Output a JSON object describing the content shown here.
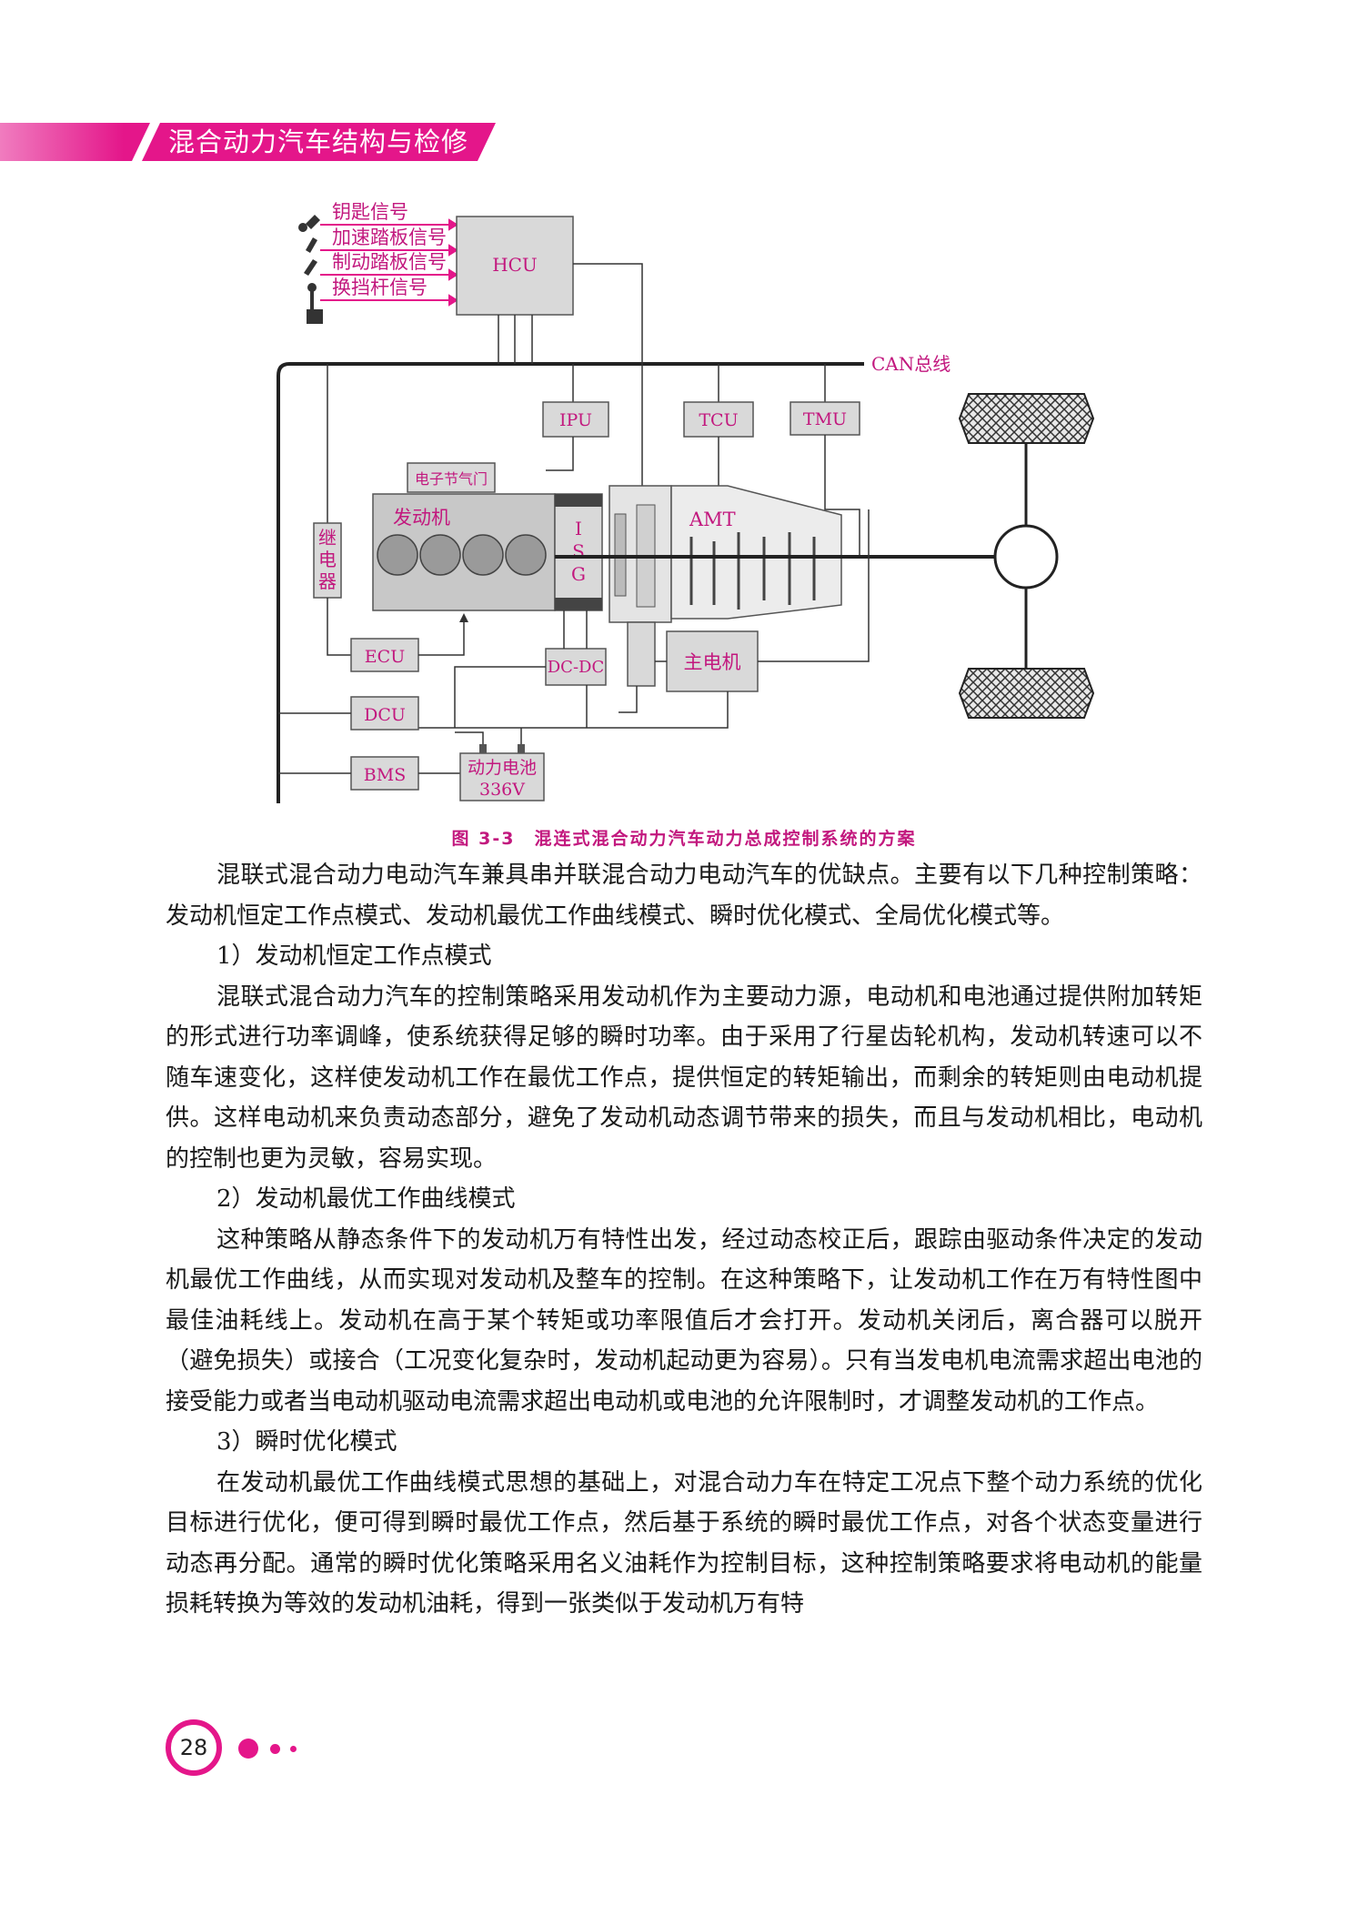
{
  "header": {
    "title": "混合动力汽车结构与检修"
  },
  "diagram": {
    "inputs": [
      "钥匙信号",
      "加速踏板信号",
      "制动踏板信号",
      "换挡杆信号"
    ],
    "hcu": "HCU",
    "can_bus": "CAN总线",
    "ipu": "IPU",
    "tcu": "TCU",
    "tmu": "TMU",
    "throttle": "电子节气门",
    "engine": "发动机",
    "isg": [
      "I",
      "S",
      "G"
    ],
    "amt": "AMT",
    "relay": [
      "继",
      "电",
      "器"
    ],
    "ecu": "ECU",
    "dcdc": "DC-DC",
    "main_motor": "主电机",
    "dcu": "DCU",
    "bms": "BMS",
    "battery": [
      "动力电池",
      "336V"
    ],
    "colors": {
      "accent": "#e4168a",
      "label": "#c2187e",
      "box_fill": "#d9d9d9",
      "engine_fill": "#c8c8c8"
    }
  },
  "figure_caption": "图 3-3　混连式混合动力汽车动力总成控制系统的方案",
  "paragraphs": [
    {
      "type": "body",
      "text": "混联式混合动力电动汽车兼具串并联混合动力电动汽车的优缺点。主要有以下几种控制策略：发动机恒定工作点模式、发动机最优工作曲线模式、瞬时优化模式、全局优化模式等。"
    },
    {
      "type": "heading",
      "text": "1）发动机恒定工作点模式"
    },
    {
      "type": "body",
      "text": "混联式混合动力汽车的控制策略采用发动机作为主要动力源，电动机和电池通过提供附加转矩的形式进行功率调峰，使系统获得足够的瞬时功率。由于采用了行星齿轮机构，发动机转速可以不随车速变化，这样使发动机工作在最优工作点，提供恒定的转矩输出，而剩余的转矩则由电动机提供。这样电动机来负责动态部分，避免了发动机动态调节带来的损失，而且与发动机相比，电动机的控制也更为灵敏，容易实现。"
    },
    {
      "type": "heading",
      "text": "2）发动机最优工作曲线模式"
    },
    {
      "type": "body",
      "text": "这种策略从静态条件下的发动机万有特性出发，经过动态校正后，跟踪由驱动条件决定的发动机最优工作曲线，从而实现对发动机及整车的控制。在这种策略下，让发动机工作在万有特性图中最佳油耗线上。发动机在高于某个转矩或功率限值后才会打开。发动机关闭后，离合器可以脱开（避免损失）或接合（工况变化复杂时，发动机起动更为容易）。只有当发电机电流需求超出电池的接受能力或者当电动机驱动电流需求超出电动机或电池的允许限制时，才调整发动机的工作点。"
    },
    {
      "type": "heading",
      "text": "3）瞬时优化模式"
    },
    {
      "type": "body",
      "text": "在发动机最优工作曲线模式思想的基础上，对混合动力车在特定工况点下整个动力系统的优化目标进行优化，便可得到瞬时最优工作点，然后基于系统的瞬时最优工作点，对各个状态变量进行动态再分配。通常的瞬时优化策略采用名义油耗作为控制目标，这种控制策略要求将电动机的能量损耗转换为等效的发动机油耗，得到一张类似于发动机万有特"
    }
  ],
  "page_number": "28"
}
